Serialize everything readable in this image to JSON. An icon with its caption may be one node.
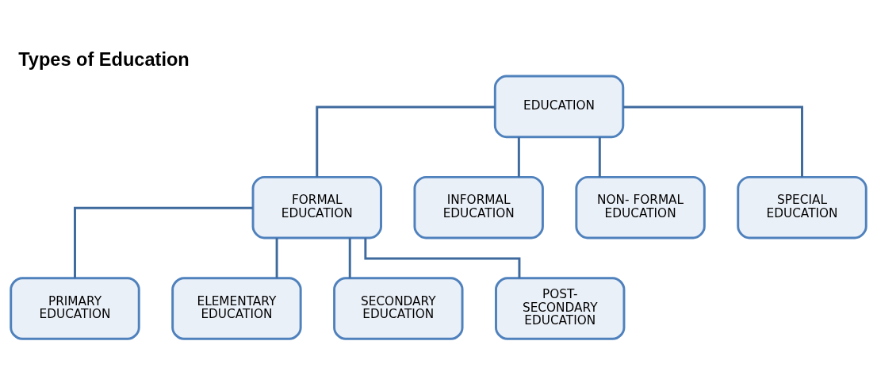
{
  "diagram": {
    "title": "Types of Education",
    "nodes": [
      {
        "text": [
          "EDUCATION"
        ]
      },
      {
        "text": [
          "FORMAL EDUCATION"
        ]
      },
      {
        "text": [
          "INFORMAL EDUCATION"
        ]
      },
      {
        "text": [
          "NON- FORMAL EDUCATION"
        ]
      },
      {
        "text": [
          "SPECIAL EDUCATION"
        ]
      },
      {
        "text": [
          "PRIMARY EDUCATION"
        ]
      },
      {
        "text": [
          "ELEMENTARY EDUCATION"
        ]
      },
      {
        "text": [
          "SECONDARY EDUCATION"
        ]
      },
      {
        "text": [
          "POST- SECONDARY EDUCATION"
        ]
      }
    ],
    "edges": [
      {
        "from": 0,
        "to": 1,
        "arrow": "none"
      },
      {
        "from": 0,
        "to": 2,
        "arrow": "none"
      },
      {
        "from": 0,
        "to": 3,
        "arrow": "none"
      },
      {
        "from": 0,
        "to": 4,
        "arrow": "none"
      },
      {
        "from": 1,
        "to": 5,
        "arrow": "none"
      },
      {
        "from": 1,
        "to": 6,
        "arrow": "none"
      },
      {
        "from": 1,
        "to": 7,
        "arrow": "none"
      },
      {
        "from": 1,
        "to": 8,
        "arrow": "none"
      }
    ]
  }
}
